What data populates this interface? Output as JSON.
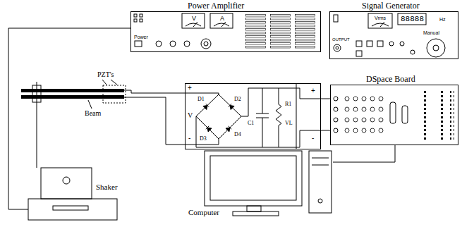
{
  "diagram": {
    "nodes": [
      {
        "text": [
          "Power Amplifier",
          "V",
          "A",
          "Power"
        ]
      },
      {
        "text": [
          "Signal Generator",
          "Vrms",
          "88888",
          "Hz",
          "OUTPUT",
          "Manual"
        ]
      },
      {
        "text": [
          "V",
          "D1",
          "D2",
          "D3",
          "D4",
          "C1",
          "R1",
          "VL"
        ]
      },
      {
        "text": [
          "DSpace Board"
        ]
      },
      {
        "text": [
          "Shaker"
        ]
      },
      {
        "text": [
          "Computer"
        ]
      }
    ],
    "edges": [
      {
        "from": 0,
        "to": 4,
        "arrow": "none"
      },
      {
        "from": 2,
        "to": 3,
        "arrow": "none"
      },
      {
        "from": 2,
        "to": 3,
        "arrow": "none"
      },
      {
        "from": 3,
        "to": 5,
        "arrow": "none"
      }
    ],
    "labels": [
      "PZT's",
      "Beam",
      "+",
      "-",
      "+",
      "-"
    ]
  }
}
